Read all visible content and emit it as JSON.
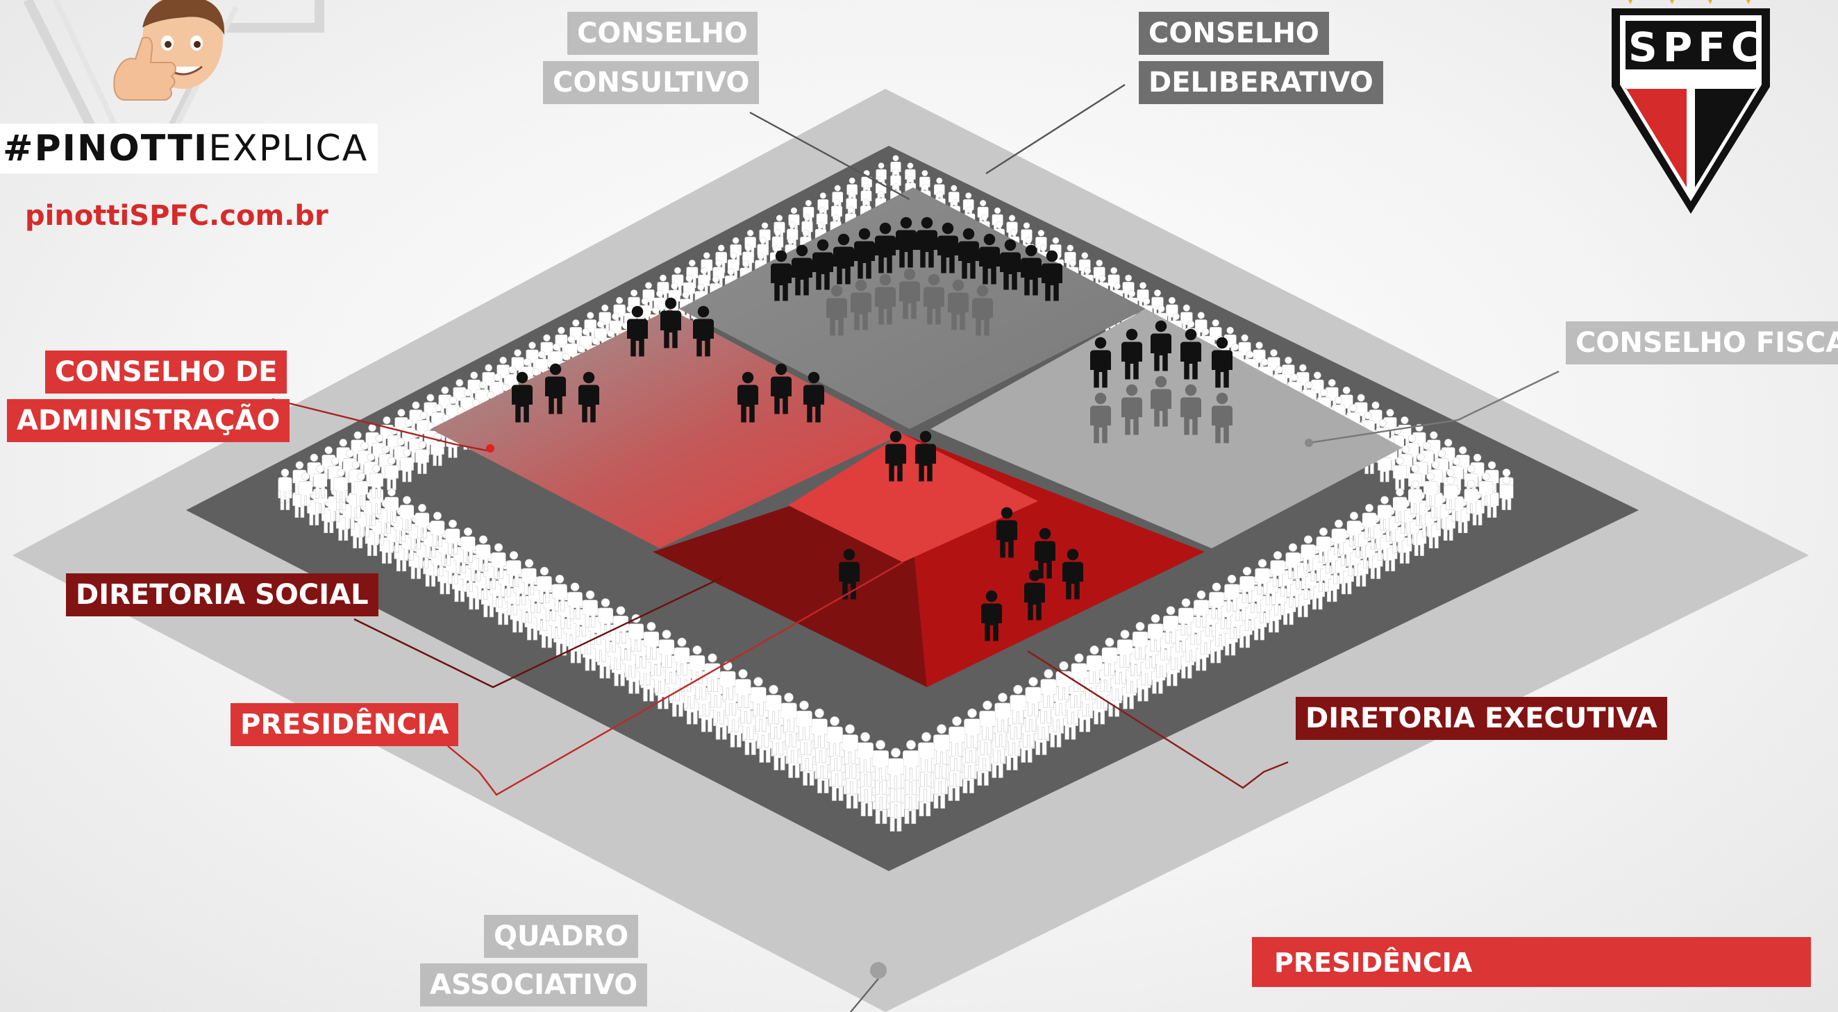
{
  "brand": {
    "hashtag_bold": "#PINOTTI",
    "hashtag_light": "EXPLICA",
    "website": "pinottiSPFC.com.br",
    "avatar_icon": "thumbs-up-avatar-icon"
  },
  "logo": {
    "text": "SPFC",
    "stars": 4,
    "colors": {
      "red": "#d62b2b",
      "black": "#111111",
      "white": "#ffffff"
    }
  },
  "labels": {
    "conselho_consultivo": [
      "CONSELHO",
      "CONSULTIVO"
    ],
    "conselho_deliberativo": [
      "CONSELHO",
      "DELIBERATIVO"
    ],
    "conselho_fiscal": "CONSELHO FISCAL",
    "conselho_administracao": [
      "CONSELHO DE",
      "ADMINISTRAÇÃO"
    ],
    "diretoria_social": "DIRETORIA SOCIAL",
    "presidencia": "PRESIDÊNCIA",
    "diretoria_executiva": "DIRETORIA EXECUTIVA",
    "quadro_associativo": [
      "QUADRO",
      "ASSOCIATIVO"
    ],
    "presidencia_bottom": "PRESIDÊNCIA"
  },
  "colors": {
    "red": "#dc3535",
    "maroon": "#821313",
    "dark_gray": "#6f6f6f",
    "light_gray": "#bdbdbd"
  }
}
